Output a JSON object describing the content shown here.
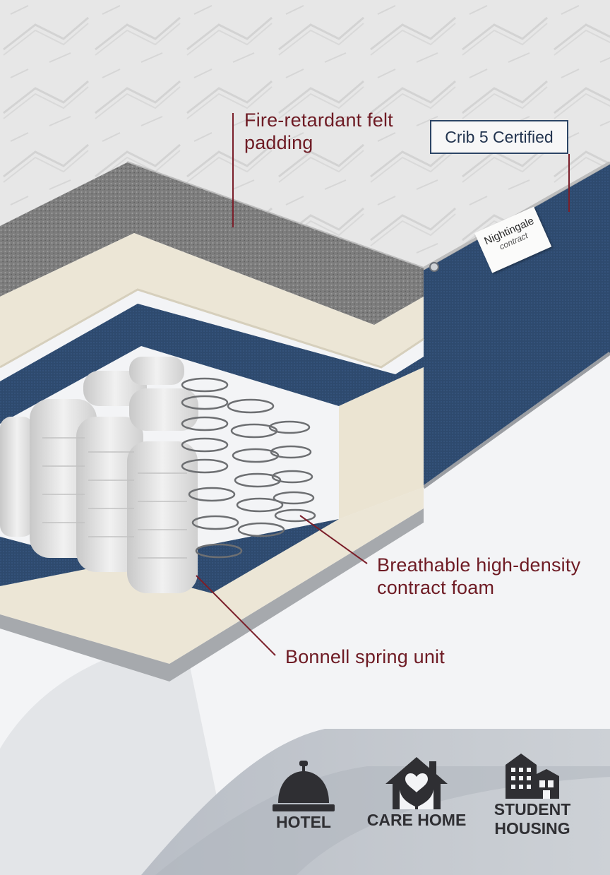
{
  "callouts": {
    "felt": "Fire-retardant felt padding",
    "foam": "Breathable high-density contract foam",
    "spring": "Bonnell spring unit"
  },
  "badge": "Crib 5 Certified",
  "label_tag": {
    "brand": "Nightingale",
    "sub": "contract"
  },
  "uses": [
    {
      "label": "HOTEL",
      "icon": "hotel-bell-icon"
    },
    {
      "label": "CARE HOME",
      "icon": "care-home-heart-icon"
    },
    {
      "label": "STUDENT HOUSING",
      "icon": "student-housing-building-icon"
    }
  ],
  "colors": {
    "callout_text": "#6e1b24",
    "leader_line": "#7b1f2a",
    "badge_border": "#2c4566",
    "navy_fabric": "#2e4a6e",
    "cover_top": "#e9e9e9",
    "felt": "#7a7a7a",
    "foam": "#ece6d6",
    "icons": "#2f2f33"
  }
}
